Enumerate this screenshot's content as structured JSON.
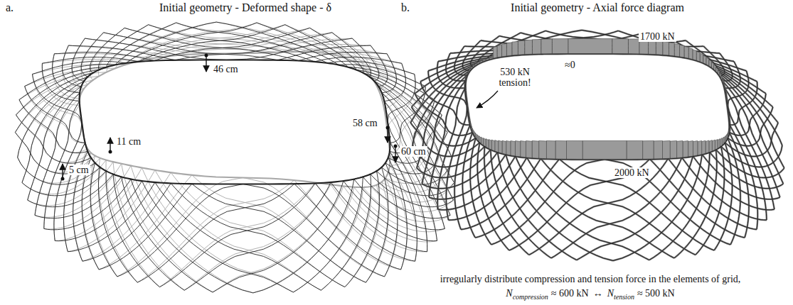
{
  "diagram": {
    "labels": [
      "a.",
      "Initial geometry - Deformed shape - δ",
      "46 cm",
      "11 cm",
      "58 cm",
      "5 cm",
      "60 cm",
      "b.",
      "Initial geometry - Axial force diagram",
      "≈0",
      "1700 kN",
      "530 kN tension!",
      "2000 kN",
      "irregularly distribute compression and tension force in the elements of grid,",
      "N",
      "compression",
      "≈ 600 kN",
      "↔",
      "N",
      "tension",
      "≈ 500 kN"
    ]
  }
}
